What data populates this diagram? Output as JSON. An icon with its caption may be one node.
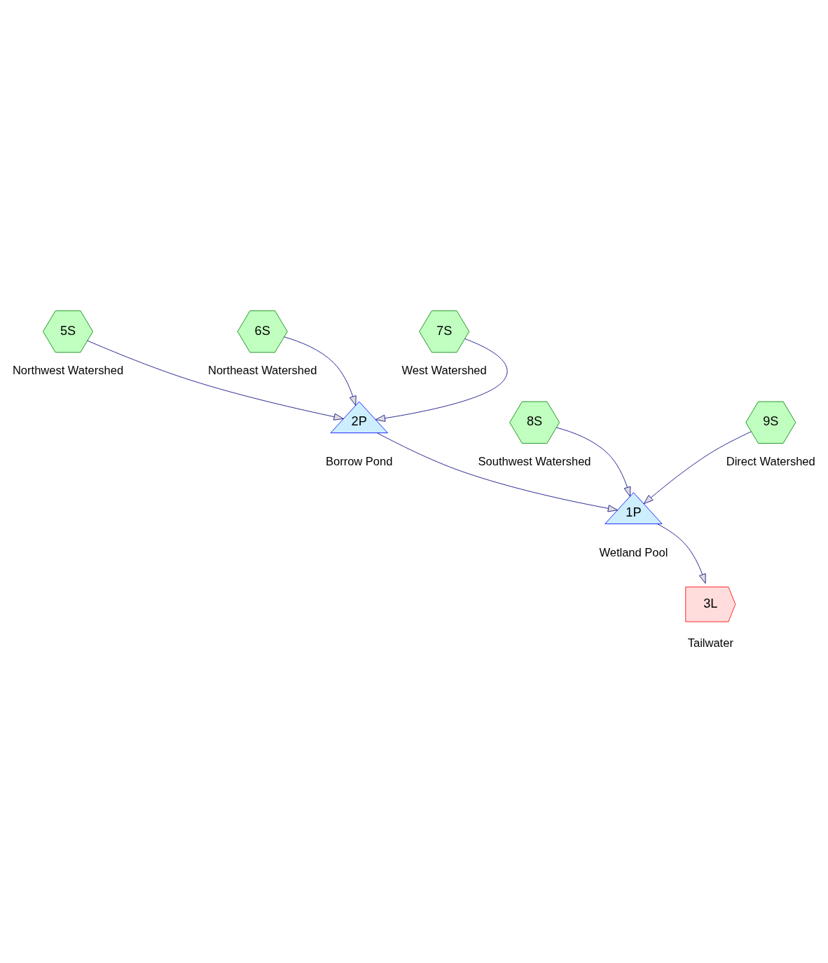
{
  "diagram": {
    "nodes": [
      {
        "text": [
          "5S"
        ],
        "beside": [
          "Northwest Watershed"
        ]
      },
      {
        "text": [
          "6S"
        ],
        "beside": [
          "Northeast Watershed"
        ]
      },
      {
        "text": [
          "7S"
        ],
        "beside": [
          "West Watershed"
        ]
      },
      {
        "text": [
          "2P"
        ],
        "beside": [
          "Borrow Pond"
        ]
      },
      {
        "text": [
          "8S"
        ],
        "beside": [
          "Southwest Watershed"
        ]
      },
      {
        "text": [
          "1P"
        ],
        "beside": [
          "Wetland Pool"
        ]
      },
      {
        "text": [
          "3L"
        ],
        "beside": [
          "Tailwater"
        ]
      },
      {
        "text": [
          "9S"
        ],
        "beside": [
          "Direct Watershed"
        ]
      }
    ],
    "edges": [
      {
        "from": 0,
        "to": 3,
        "arrow": "to"
      },
      {
        "from": 1,
        "to": 3,
        "arrow": "to"
      },
      {
        "from": 2,
        "to": 3,
        "arrow": "to"
      },
      {
        "from": 3,
        "to": 5,
        "arrow": "to"
      },
      {
        "from": 4,
        "to": 5,
        "arrow": "to"
      },
      {
        "from": 7,
        "to": 5,
        "arrow": "to"
      },
      {
        "from": 5,
        "to": 6,
        "arrow": "to"
      }
    ]
  }
}
